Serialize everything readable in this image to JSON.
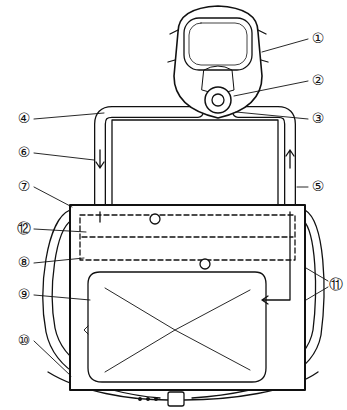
{
  "diagram": {
    "labels": [
      "①",
      "②",
      "③",
      "④",
      "⑤",
      "⑥",
      "⑦",
      "⑫",
      "⑧",
      "⑨",
      "⑩",
      "⑪"
    ]
  }
}
